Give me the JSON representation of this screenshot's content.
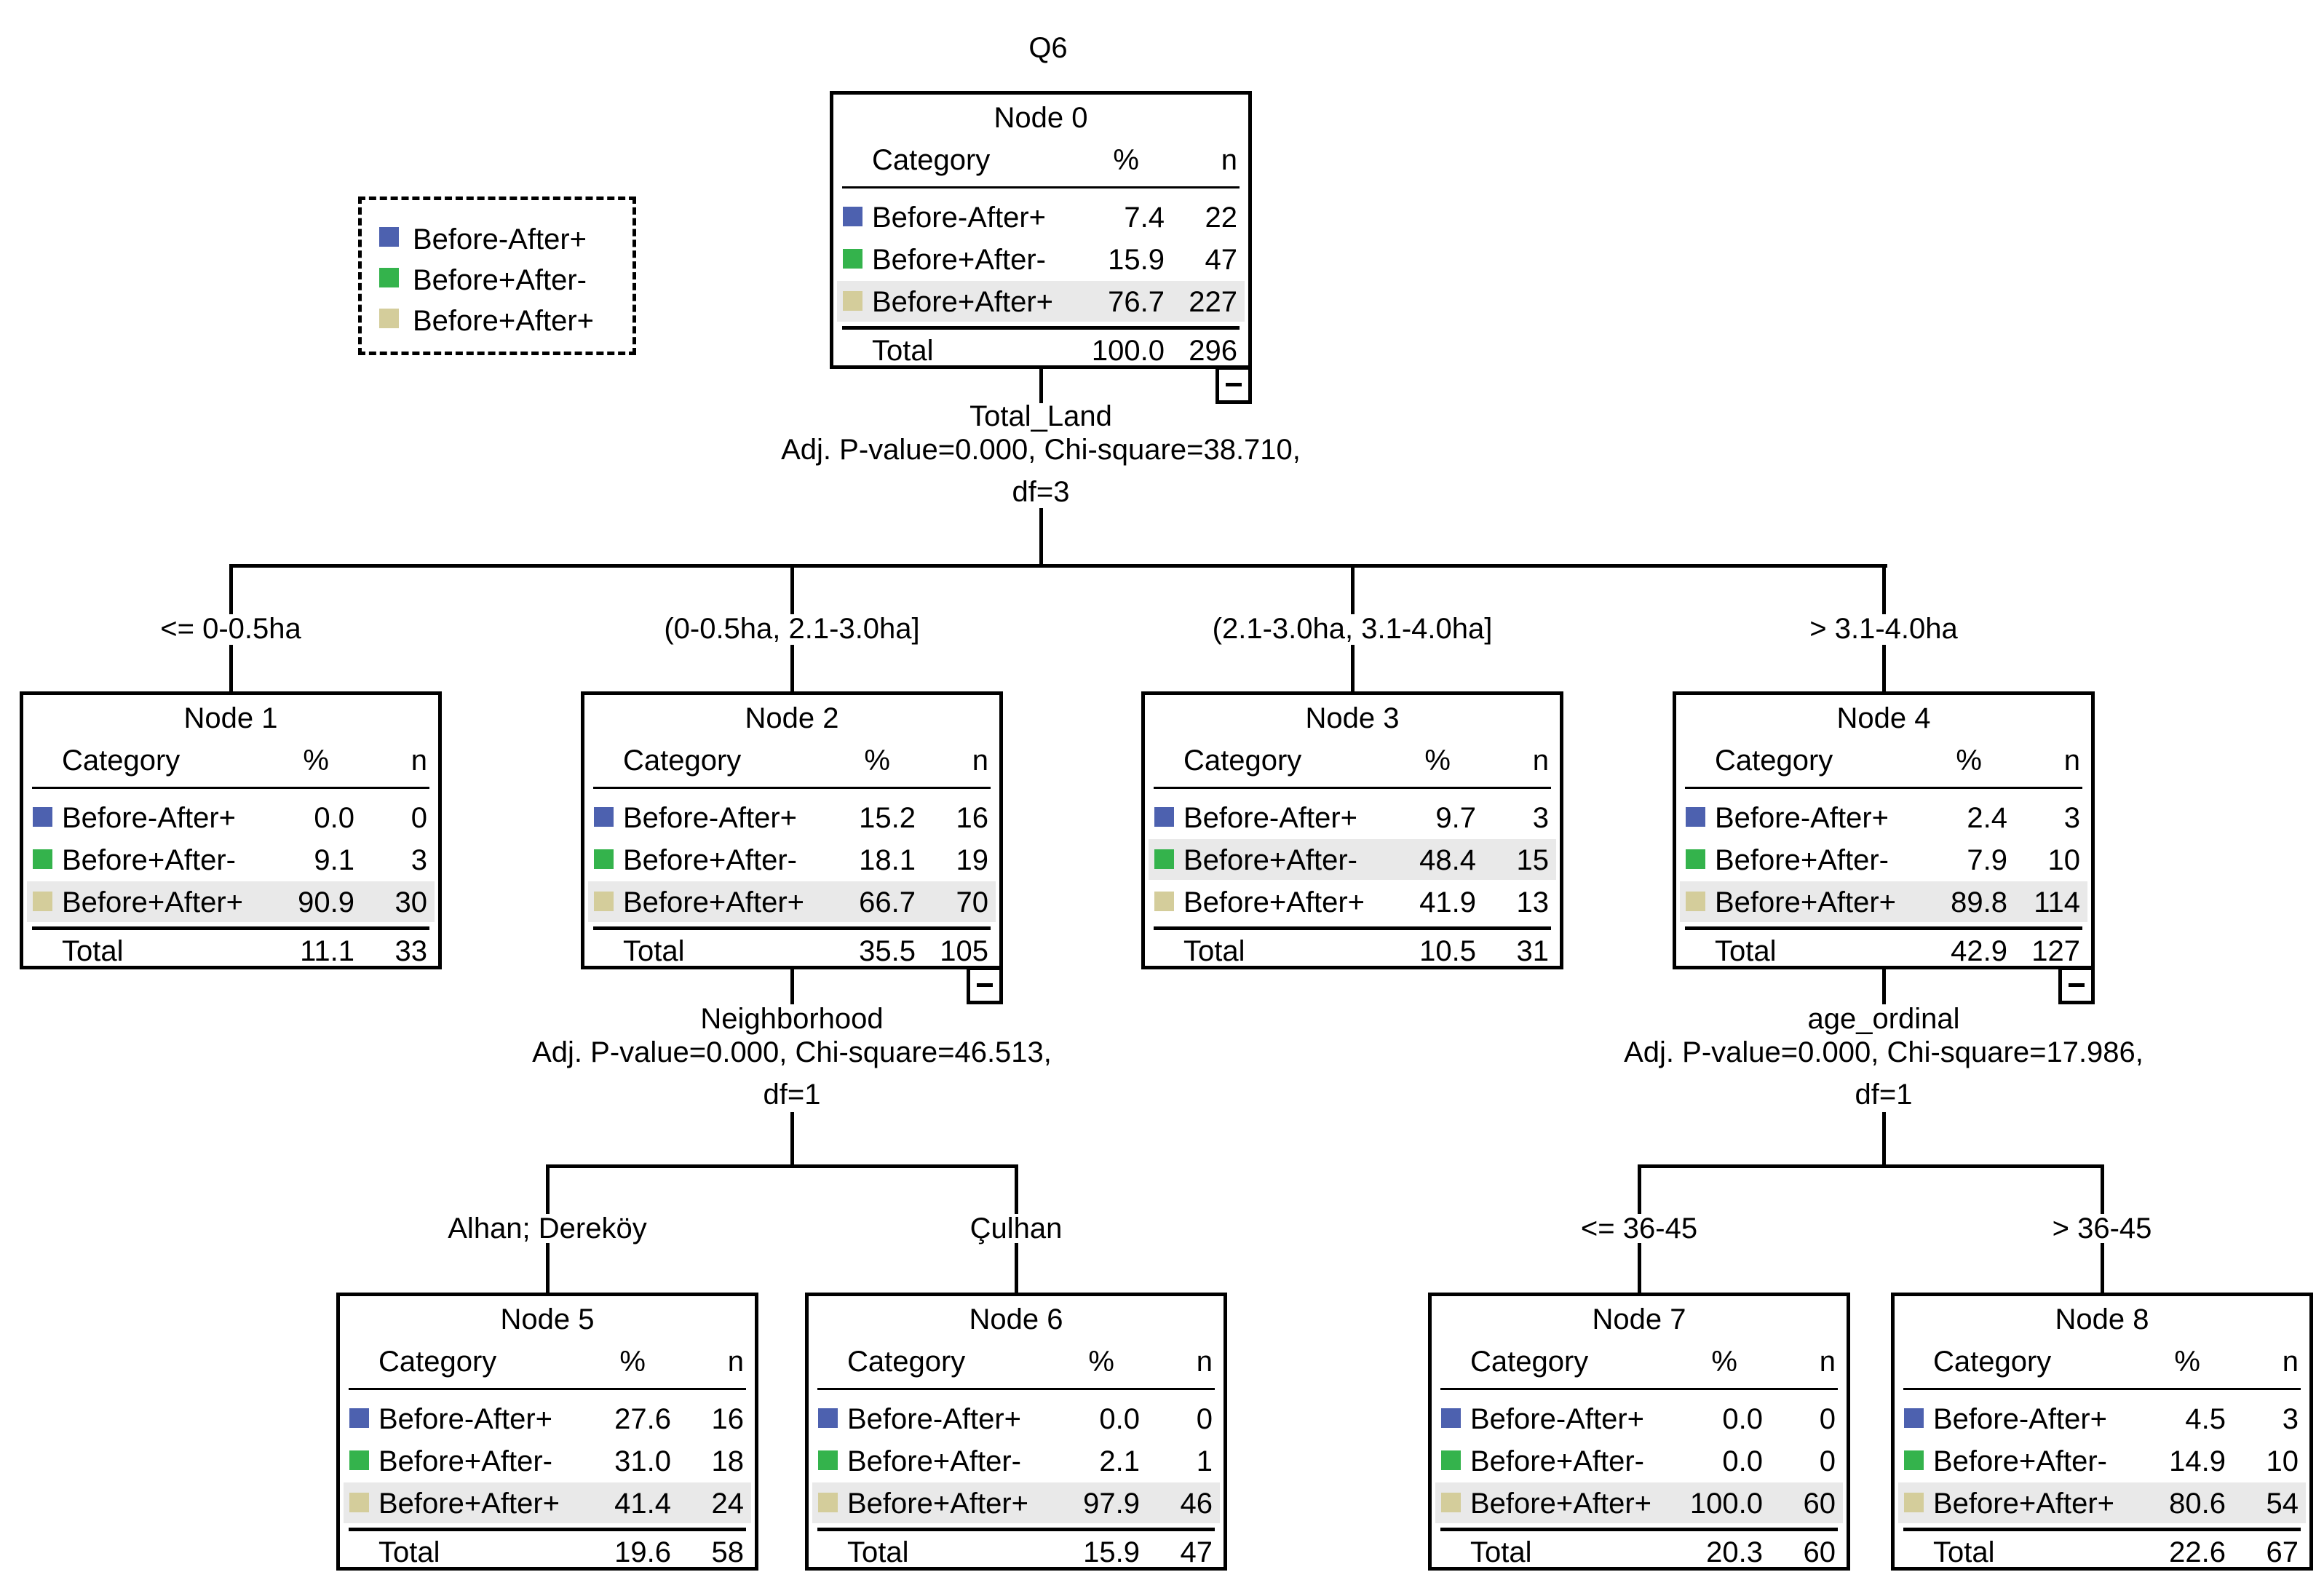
{
  "title": "Q6",
  "headers": {
    "category": "Category",
    "percent": "%",
    "count": "n",
    "total": "Total"
  },
  "legend": {
    "items": [
      {
        "label": "Before-After+",
        "color": "#4D61AF"
      },
      {
        "label": "Before+After-",
        "color": "#34B34C"
      },
      {
        "label": "Before+After+",
        "color": "#D4CD9B"
      }
    ]
  },
  "highlight_color": "#e9e9e9",
  "splits": [
    {
      "variable": "Total_Land",
      "stats": "Adj. P-value=0.000, Chi-square=38.710,",
      "df": "df=3"
    },
    {
      "variable": "Neighborhood",
      "stats": "Adj. P-value=0.000, Chi-square=46.513,",
      "df": "df=1"
    },
    {
      "variable": "age_ordinal",
      "stats": "Adj. P-value=0.000, Chi-square=17.986,",
      "df": "df=1"
    }
  ],
  "nodes": [
    {
      "title": "Node 0",
      "branch": "",
      "highlight": 2,
      "rows": [
        {
          "label": "Before-After+",
          "pct": "7.4",
          "n": "22"
        },
        {
          "label": "Before+After-",
          "pct": "15.9",
          "n": "47"
        },
        {
          "label": "Before+After+",
          "pct": "76.7",
          "n": "227"
        }
      ],
      "total_pct": "100.0",
      "total_n": "296"
    },
    {
      "title": "Node 1",
      "branch": "<= 0-0.5ha",
      "highlight": 2,
      "rows": [
        {
          "label": "Before-After+",
          "pct": "0.0",
          "n": "0"
        },
        {
          "label": "Before+After-",
          "pct": "9.1",
          "n": "3"
        },
        {
          "label": "Before+After+",
          "pct": "90.9",
          "n": "30"
        }
      ],
      "total_pct": "11.1",
      "total_n": "33"
    },
    {
      "title": "Node 2",
      "branch": "(0-0.5ha, 2.1-3.0ha]",
      "highlight": 2,
      "rows": [
        {
          "label": "Before-After+",
          "pct": "15.2",
          "n": "16"
        },
        {
          "label": "Before+After-",
          "pct": "18.1",
          "n": "19"
        },
        {
          "label": "Before+After+",
          "pct": "66.7",
          "n": "70"
        }
      ],
      "total_pct": "35.5",
      "total_n": "105"
    },
    {
      "title": "Node 3",
      "branch": "(2.1-3.0ha, 3.1-4.0ha]",
      "highlight": 1,
      "rows": [
        {
          "label": "Before-After+",
          "pct": "9.7",
          "n": "3"
        },
        {
          "label": "Before+After-",
          "pct": "48.4",
          "n": "15"
        },
        {
          "label": "Before+After+",
          "pct": "41.9",
          "n": "13"
        }
      ],
      "total_pct": "10.5",
      "total_n": "31"
    },
    {
      "title": "Node 4",
      "branch": "> 3.1-4.0ha",
      "highlight": 2,
      "rows": [
        {
          "label": "Before-After+",
          "pct": "2.4",
          "n": "3"
        },
        {
          "label": "Before+After-",
          "pct": "7.9",
          "n": "10"
        },
        {
          "label": "Before+After+",
          "pct": "89.8",
          "n": "114"
        }
      ],
      "total_pct": "42.9",
      "total_n": "127"
    },
    {
      "title": "Node 5",
      "branch": "Alhan; Dereköy",
      "highlight": 2,
      "rows": [
        {
          "label": "Before-After+",
          "pct": "27.6",
          "n": "16"
        },
        {
          "label": "Before+After-",
          "pct": "31.0",
          "n": "18"
        },
        {
          "label": "Before+After+",
          "pct": "41.4",
          "n": "24"
        }
      ],
      "total_pct": "19.6",
      "total_n": "58"
    },
    {
      "title": "Node 6",
      "branch": "Çulhan",
      "highlight": 2,
      "rows": [
        {
          "label": "Before-After+",
          "pct": "0.0",
          "n": "0"
        },
        {
          "label": "Before+After-",
          "pct": "2.1",
          "n": "1"
        },
        {
          "label": "Before+After+",
          "pct": "97.9",
          "n": "46"
        }
      ],
      "total_pct": "15.9",
      "total_n": "47"
    },
    {
      "title": "Node 7",
      "branch": "<= 36-45",
      "highlight": 2,
      "rows": [
        {
          "label": "Before-After+",
          "pct": "0.0",
          "n": "0"
        },
        {
          "label": "Before+After-",
          "pct": "0.0",
          "n": "0"
        },
        {
          "label": "Before+After+",
          "pct": "100.0",
          "n": "60"
        }
      ],
      "total_pct": "20.3",
      "total_n": "60"
    },
    {
      "title": "Node 8",
      "branch": "> 36-45",
      "highlight": 2,
      "rows": [
        {
          "label": "Before-After+",
          "pct": "4.5",
          "n": "3"
        },
        {
          "label": "Before+After-",
          "pct": "14.9",
          "n": "10"
        },
        {
          "label": "Before+After+",
          "pct": "80.6",
          "n": "54"
        }
      ],
      "total_pct": "22.6",
      "total_n": "67"
    }
  ]
}
